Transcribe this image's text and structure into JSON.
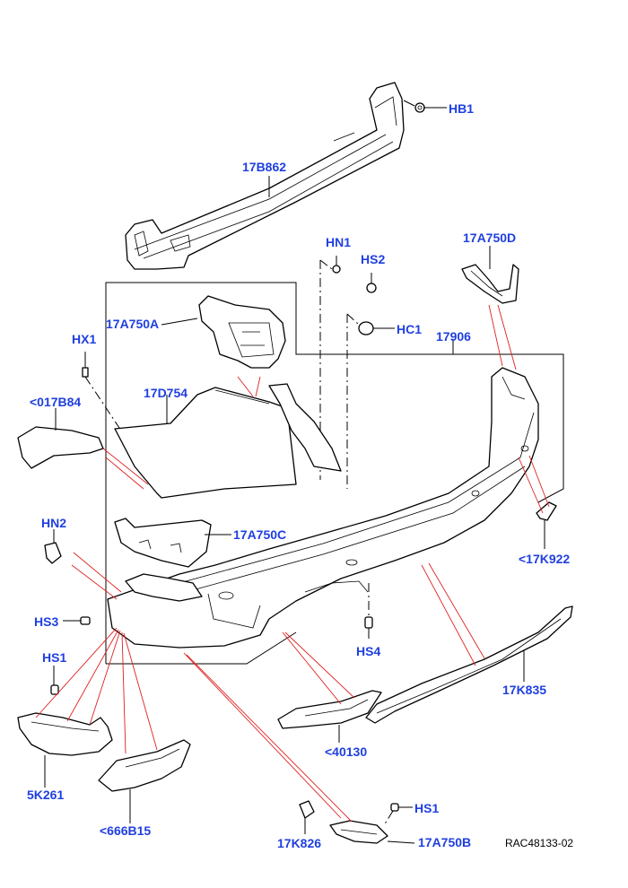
{
  "labels": {
    "hb1": "HB1",
    "b862": "17B862",
    "hn1": "HN1",
    "hs2": "HS2",
    "a750d": "17A750D",
    "a750a": "17A750A",
    "hc1": "HC1",
    "p17906": "17906",
    "hx1": "HX1",
    "d754": "17D754",
    "b84": "<017B84",
    "hn2": "HN2",
    "a750c": "17A750C",
    "k922": "<17K922",
    "hs3": "HS3",
    "hs4": "HS4",
    "hs1_left": "HS1",
    "k835": "17K835",
    "p40130": "<40130",
    "k261": "5K261",
    "b15": "<666B15",
    "hs1_bottom": "HS1",
    "k826": "17K826",
    "a750b": "17A750B"
  },
  "reference_code": "RAC48133-02",
  "colors": {
    "label": "#1f3fe0",
    "callout_lines": "#e02020"
  }
}
